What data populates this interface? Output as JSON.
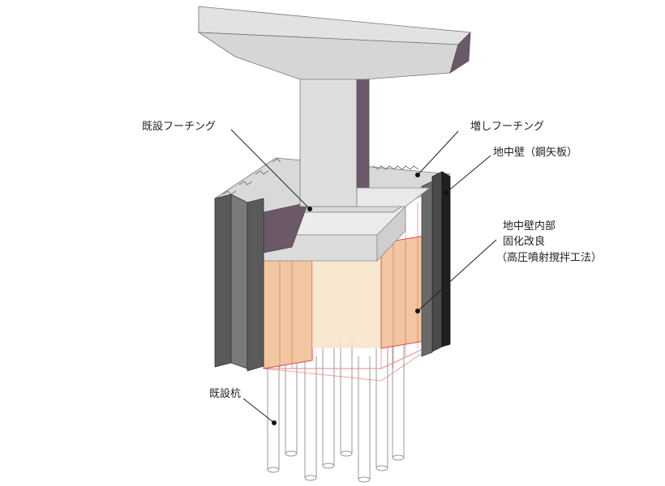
{
  "labels": {
    "existing_footing": "既設フーチング",
    "added_footing": "増しフーチング",
    "diaphragm_wall": "地中壁（鋼矢板）",
    "ground_improvement_line1": "地中壁内部",
    "ground_improvement_line2": "固化改良",
    "ground_improvement_line3": "（高圧噴射撹拌工法）",
    "existing_piles": "既設杭"
  },
  "colors": {
    "concrete_top": "#d9d9d9",
    "concrete_light": "#e9e9e9",
    "concrete_side": "#6b5868",
    "sheet_pile_dark": "#5a5a5a",
    "sheet_pile_light": "#8a8a8a",
    "improved_soil": "#f2c6a0",
    "improved_edge": "#d94a4a",
    "pile_line": "#9a9a9a"
  }
}
